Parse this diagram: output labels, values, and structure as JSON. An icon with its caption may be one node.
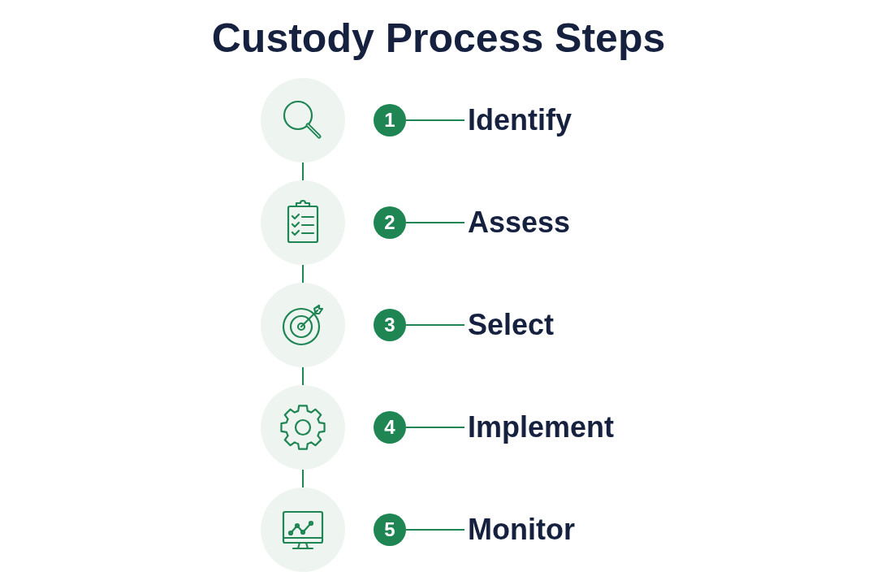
{
  "diagram": {
    "title": "Custody Process Steps",
    "nodes": [
      {
        "text": [],
        "shape": "circle"
      },
      {
        "text": [
          "1"
        ]
      },
      {
        "text": [
          "Identify"
        ]
      },
      {
        "text": [],
        "shape": "circle"
      },
      {
        "text": [
          "2"
        ]
      },
      {
        "text": [
          "Assess"
        ]
      },
      {
        "text": [],
        "shape": "circle"
      },
      {
        "text": [
          "3"
        ]
      },
      {
        "text": [
          "Select"
        ]
      },
      {
        "text": [],
        "shape": "circle"
      },
      {
        "text": [
          "4"
        ]
      },
      {
        "text": [
          "Implement"
        ]
      },
      {
        "text": [],
        "shape": "circle"
      },
      {
        "text": [
          "5"
        ]
      },
      {
        "text": [
          "Monitor"
        ]
      }
    ],
    "edges": [
      {
        "from": 0,
        "to": 3,
        "arrow": "none"
      },
      {
        "from": 3,
        "to": 6,
        "arrow": "none"
      },
      {
        "from": 6,
        "to": 9,
        "arrow": "none"
      },
      {
        "from": 9,
        "to": 12,
        "arrow": "none"
      },
      {
        "from": 1,
        "to": 2,
        "arrow": "none"
      },
      {
        "from": 4,
        "to": 5,
        "arrow": "none"
      },
      {
        "from": 7,
        "to": 8,
        "arrow": "none"
      },
      {
        "from": 10,
        "to": 11,
        "arrow": "none"
      },
      {
        "from": 13,
        "to": 14,
        "arrow": "none"
      }
    ]
  }
}
